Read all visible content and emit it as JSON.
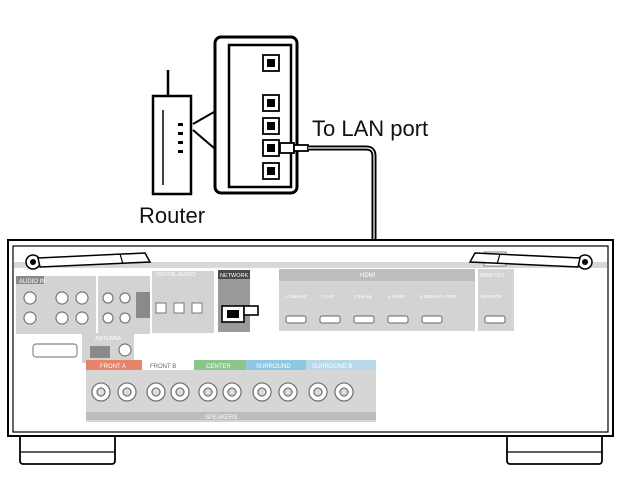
{
  "labels": {
    "lan_port": "To LAN port",
    "router": "Router"
  },
  "panel": {
    "audio_in": "AUDIO IN",
    "digital_audio": "DIGITAL AUDIO",
    "network": "NETWORK",
    "hdmi": "HDMI",
    "hdmi_out": "HDMI OUT",
    "antenna": "ANTENNA",
    "speakers": "SPEAKERS",
    "front_a": "FRONT A",
    "front_b": "FRONT B",
    "center": "CENTER",
    "surround": "SURROUND",
    "surround_b": "SURROUND B",
    "hdmi_inputs": [
      "1 CBL/SAT",
      "2 DVD",
      "3 Blu-ray",
      "4 GAME",
      "5 MEDIA PLAYER"
    ],
    "monitor": "MONITOR"
  },
  "colors": {
    "line": "#000000",
    "panel_gray": "#cfcfcf",
    "dark_gray": "#8a8a8a",
    "front_a": "#e8826b",
    "center": "#8bc58b",
    "surround": "#8fc7e3",
    "surround_b": "#b7d7ea",
    "network_bg": "#4a4a4a"
  }
}
